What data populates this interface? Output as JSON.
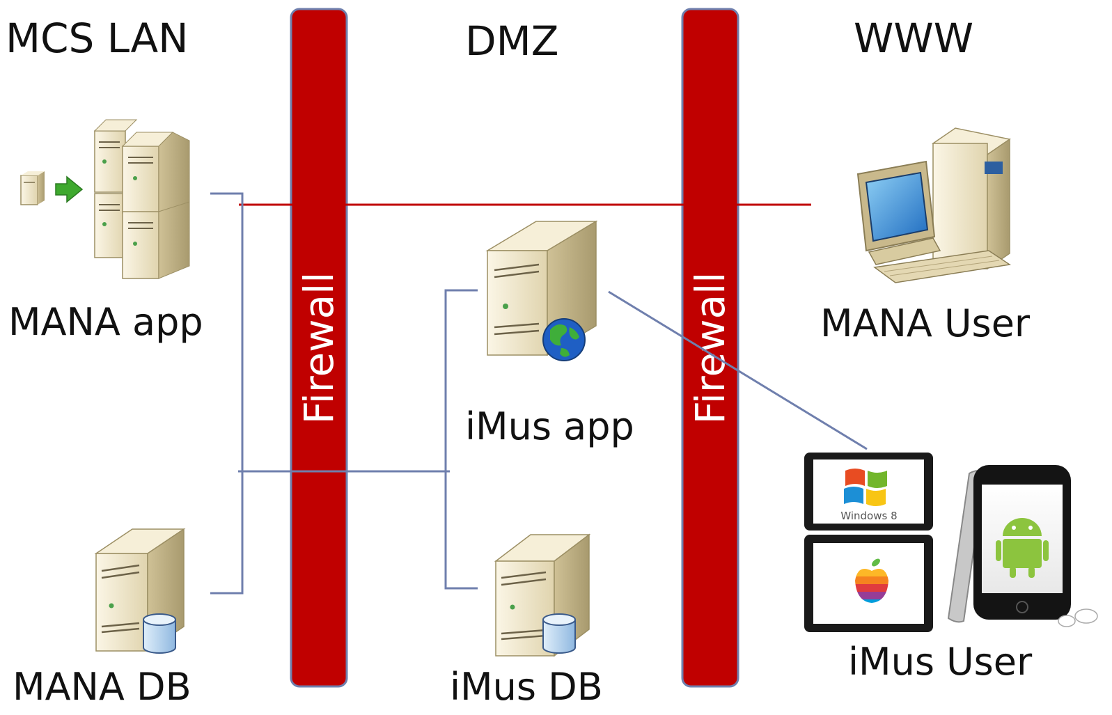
{
  "zones": {
    "lan": "MCS LAN",
    "dmz": "DMZ",
    "www": "WWW"
  },
  "firewalls": {
    "inner_label": "Firewall",
    "outer_label": "Firewall"
  },
  "nodes": {
    "mana_app": "MANA app",
    "mana_db": "MANA DB",
    "imus_app": "iMus app",
    "imus_db": "iMus DB",
    "mana_user": "MANA User",
    "imus_user": "iMus User"
  },
  "devices": {
    "tablet_os_label": "Windows 8"
  },
  "icons": {
    "mana_app": "server-cluster-icon",
    "mana_db": "database-server-icon",
    "imus_app": "web-server-icon",
    "imus_db": "database-server-icon",
    "mana_user": "desktop-computer-icon",
    "imus_user": "mobile-devices-icon"
  },
  "colors": {
    "firewall": "#c00000",
    "mana_connection": "#c00000",
    "imus_connection": "#6f7fad"
  }
}
